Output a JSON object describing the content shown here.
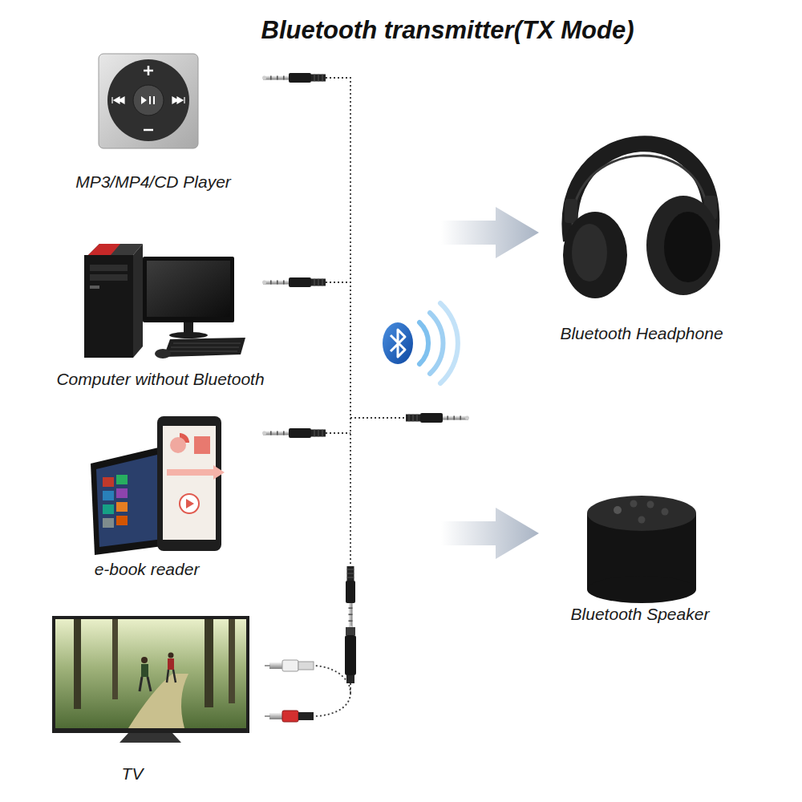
{
  "diagram": {
    "title": "Bluetooth transmitter(TX Mode)",
    "nodes": [
      {
        "text": [
          "MP3/MP4/CD Player"
        ]
      },
      {
        "text": [
          "Computer without Bluetooth"
        ]
      },
      {
        "text": [
          "e-book reader"
        ]
      },
      {
        "text": [
          "TV"
        ]
      },
      {
        "text": [
          "Bluetooth Headphone"
        ]
      },
      {
        "text": [
          "Bluetooth Speaker"
        ]
      }
    ]
  }
}
